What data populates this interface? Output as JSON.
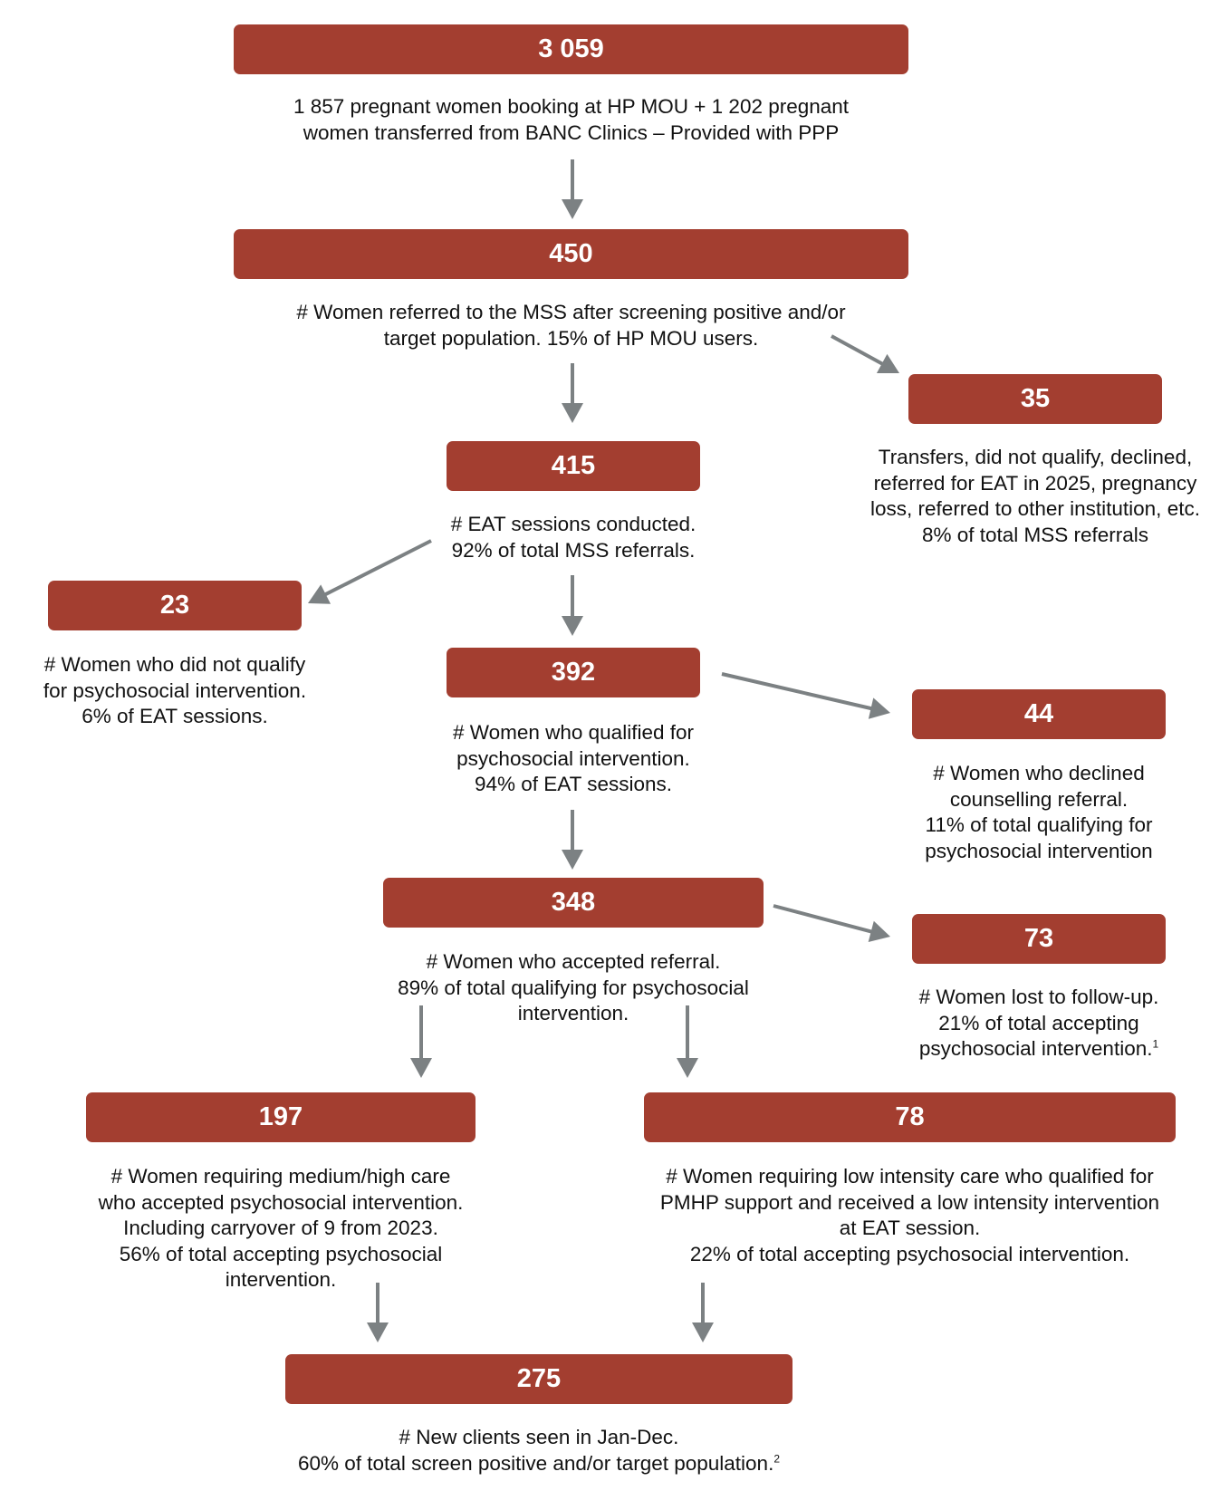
{
  "nodes": [
    {
      "id": "n3059",
      "value": "3 059",
      "lines": [
        "1 857 pregnant women booking at HP MOU + 1 202 pregnant",
        "women transferred from BANC Clinics – Provided with PPP"
      ]
    },
    {
      "id": "n450",
      "value": "450",
      "lines": [
        "# Women referred to the MSS after screening positive and/or",
        "target population. 15% of HP MOU users."
      ]
    },
    {
      "id": "n35",
      "value": "35",
      "lines": [
        "Transfers, did not qualify, declined,",
        "referred for EAT in 2025, pregnancy",
        "loss, referred to other institution, etc.",
        "8% of total MSS referrals"
      ]
    },
    {
      "id": "n415",
      "value": "415",
      "lines": [
        "# EAT sessions conducted.",
        "92% of total MSS referrals."
      ]
    },
    {
      "id": "n23",
      "value": "23",
      "lines": [
        "# Women who did not qualify",
        "for psychosocial intervention.",
        "6% of EAT sessions."
      ]
    },
    {
      "id": "n392",
      "value": "392",
      "lines": [
        "# Women who qualified for",
        "psychosocial intervention.",
        "94% of EAT sessions."
      ]
    },
    {
      "id": "n44",
      "value": "44",
      "lines": [
        "# Women who declined",
        "counselling referral.",
        "11% of total qualifying for",
        "psychosocial intervention"
      ]
    },
    {
      "id": "n348",
      "value": "348",
      "lines": [
        "# Women who accepted referral.",
        "89% of total qualifying for psychosocial",
        "intervention."
      ]
    },
    {
      "id": "n73",
      "value": "73",
      "lines": [
        "# Women lost to follow-up.",
        "21% of total accepting",
        "psychosocial intervention."
      ],
      "footnote": "1"
    },
    {
      "id": "n197",
      "value": "197",
      "lines": [
        "# Women requiring medium/high care",
        "who accepted psychosocial intervention.",
        "Including carryover of 9 from 2023.",
        "56% of total accepting psychosocial",
        "intervention."
      ]
    },
    {
      "id": "n78",
      "value": "78",
      "lines": [
        "# Women requiring low intensity care who qualified for",
        "PMHP support and received a low intensity intervention",
        "at EAT session.",
        "22% of total accepting psychosocial intervention."
      ]
    },
    {
      "id": "n275",
      "value": "275",
      "lines": [
        "# New clients seen in Jan-Dec.",
        "60% of total screen positive and/or target population."
      ],
      "footnote": "2"
    }
  ],
  "colors": {
    "box": "#a33e30",
    "box_text": "#ffffff",
    "arrow": "#7c8183",
    "text": "#111111"
  }
}
